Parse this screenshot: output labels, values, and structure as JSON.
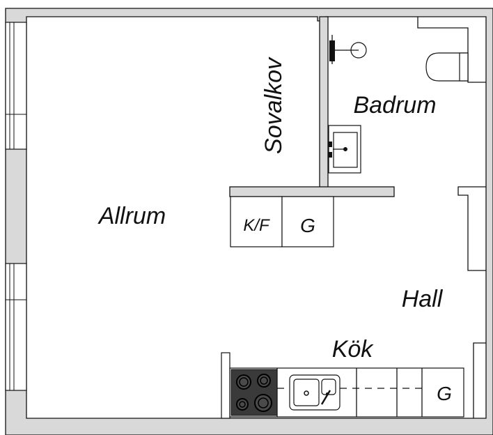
{
  "rooms": {
    "allrum": "Allrum",
    "sovalkov": "Sovalkov",
    "badrum": "Badrum",
    "hall": "Hall",
    "kok": "Kök"
  },
  "storage": {
    "kf": "K/F",
    "g1": "G",
    "g2": "G"
  }
}
